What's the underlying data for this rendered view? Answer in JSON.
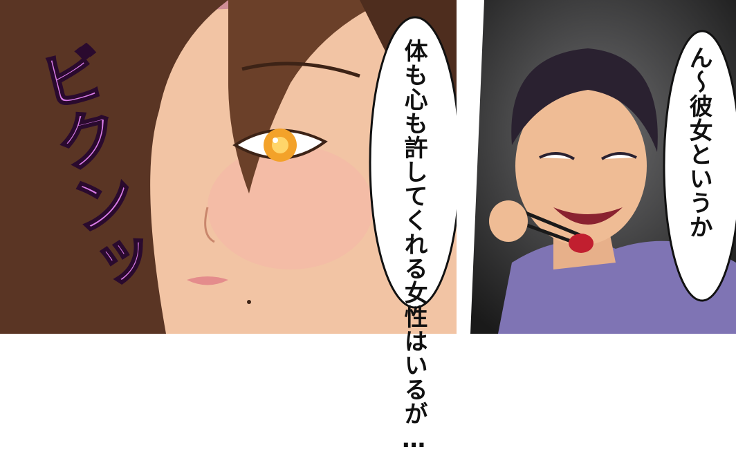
{
  "panels": {
    "left": {
      "sfx": "ビクンッ",
      "speech": "体も心も許してくれる女性はいるが…"
    },
    "right": {
      "speech": "ん〜彼女というか"
    }
  },
  "colors": {
    "skin": "#f0c3a3",
    "hair": "#5a3524",
    "eye": "#f3a22a",
    "sfx_fill": "#d97be8",
    "sfx_outline": "#2a0a2e",
    "background_right": "#2b2b2b",
    "shirt": "#7f74b4"
  }
}
